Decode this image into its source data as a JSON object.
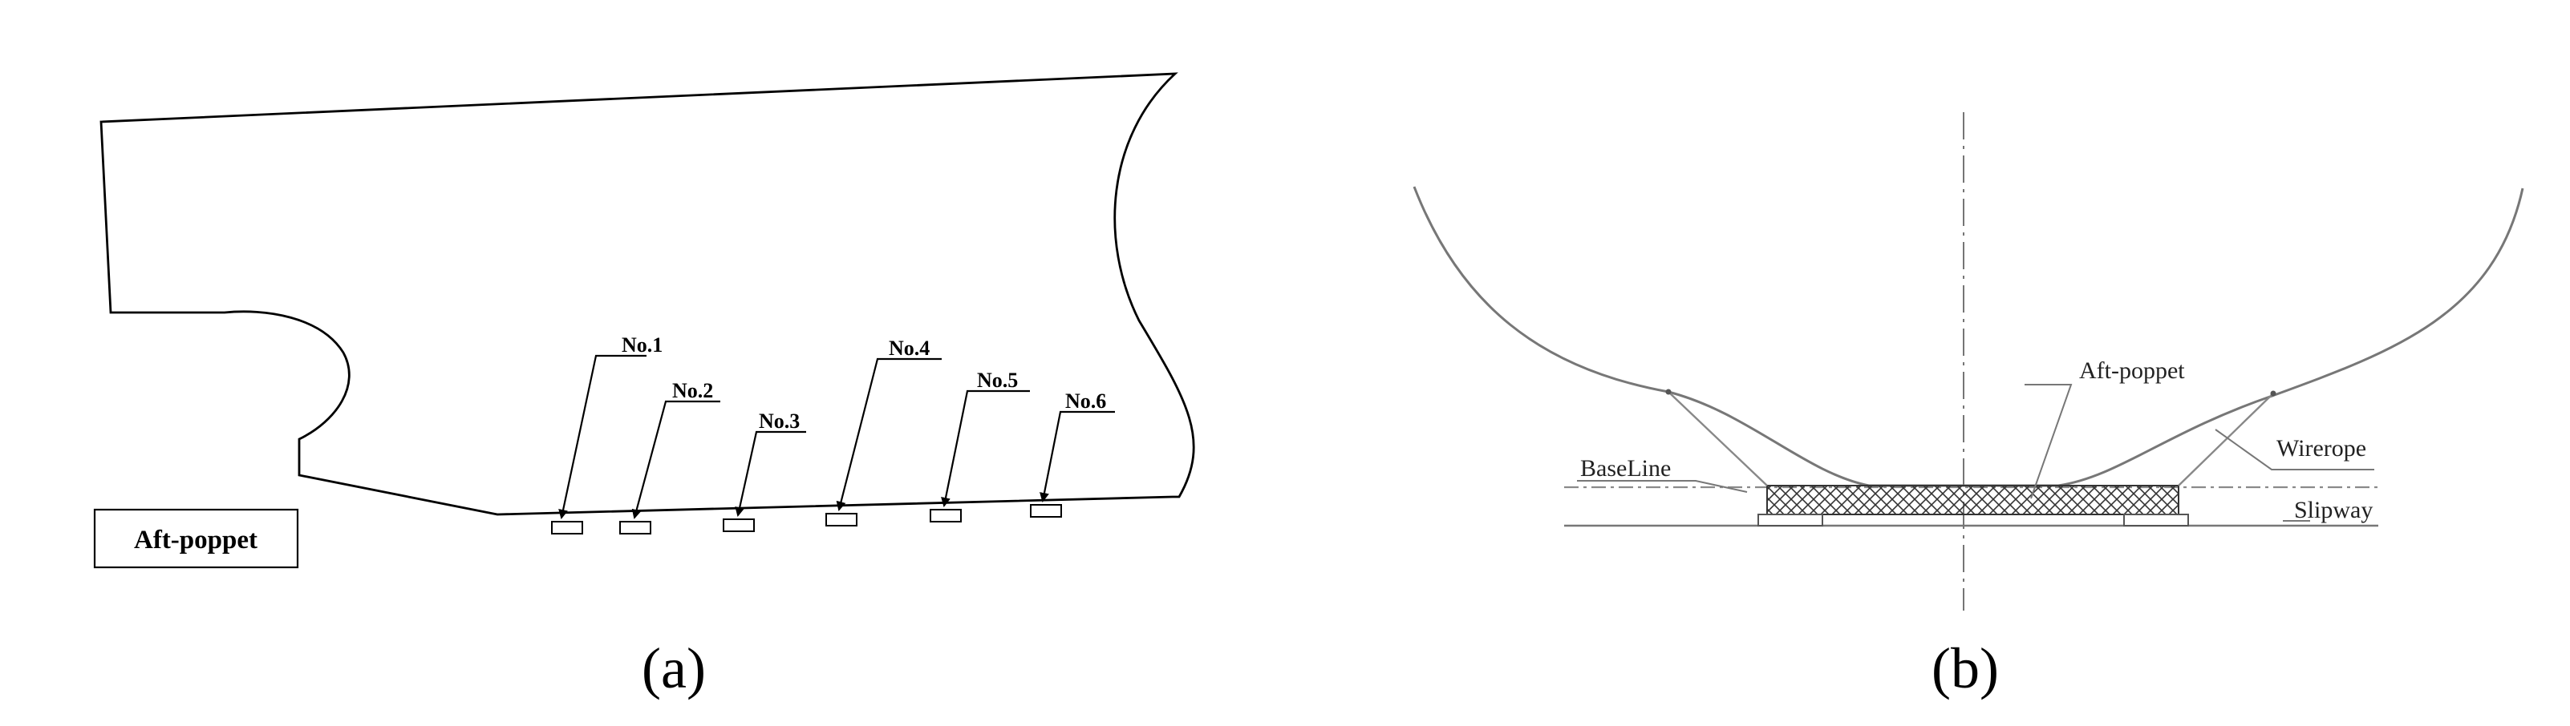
{
  "panel_a": {
    "inset_label": "Aft-poppet",
    "caption": "(a)",
    "poppets": [
      {
        "label": "No.1"
      },
      {
        "label": "No.2"
      },
      {
        "label": "No.3"
      },
      {
        "label": "No.4"
      },
      {
        "label": "No.5"
      },
      {
        "label": "No.6"
      }
    ]
  },
  "panel_b": {
    "caption": "(b)",
    "labels": {
      "aft_poppet": "Aft-poppet",
      "baseline": "BaseLine",
      "wirerope": "Wirerope",
      "slipway": "Slipway"
    }
  }
}
